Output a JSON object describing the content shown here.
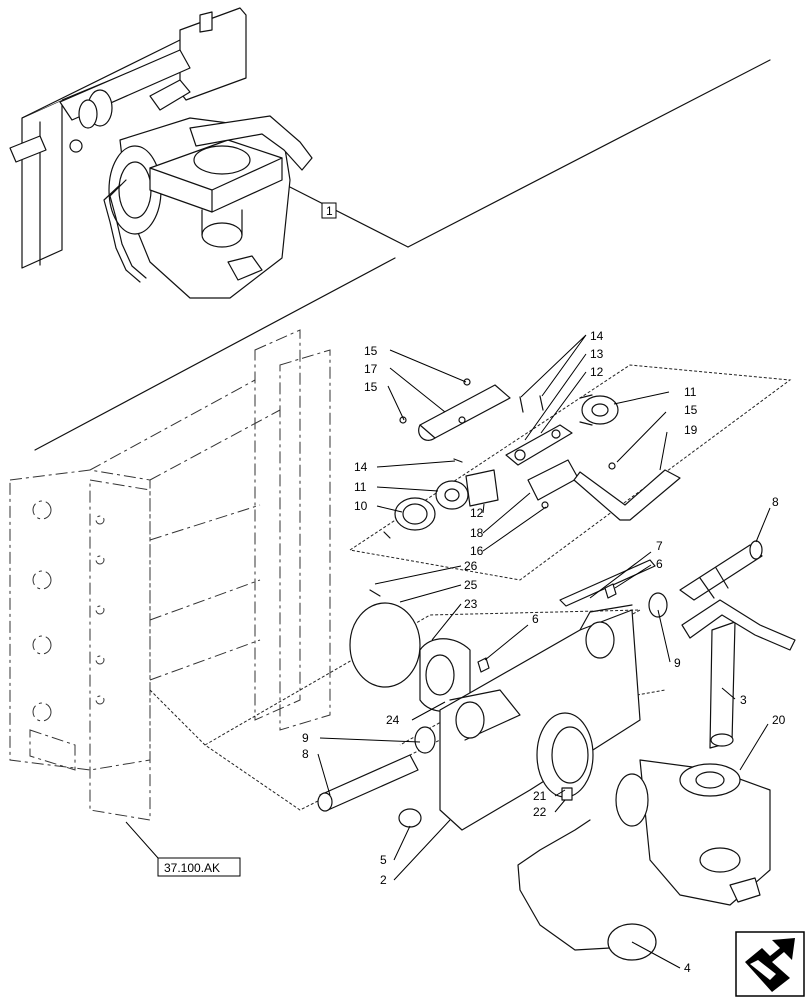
{
  "callouts": {
    "c1": "1",
    "c15a": "15",
    "c17": "17",
    "c15b": "15",
    "c14a": "14",
    "c13": "13",
    "c12a": "12",
    "c11a": "11",
    "c15c": "15",
    "c19": "19",
    "c14b": "14",
    "c11b": "11",
    "c10": "10",
    "c12b": "12",
    "c18": "18",
    "c16": "16",
    "c8a": "8",
    "c7": "7",
    "c6a": "6",
    "c26": "26",
    "c25": "25",
    "c23": "23",
    "c6b": "6",
    "c9a": "9",
    "c3": "3",
    "c24": "24",
    "c20": "20",
    "c9b": "9",
    "c8b": "8",
    "c21": "21",
    "c22": "22",
    "c5": "5",
    "c2": "2",
    "c4": "4"
  },
  "reference_label": "37.100.AK",
  "icons": {
    "nav": "next-page-arrow-icon"
  }
}
